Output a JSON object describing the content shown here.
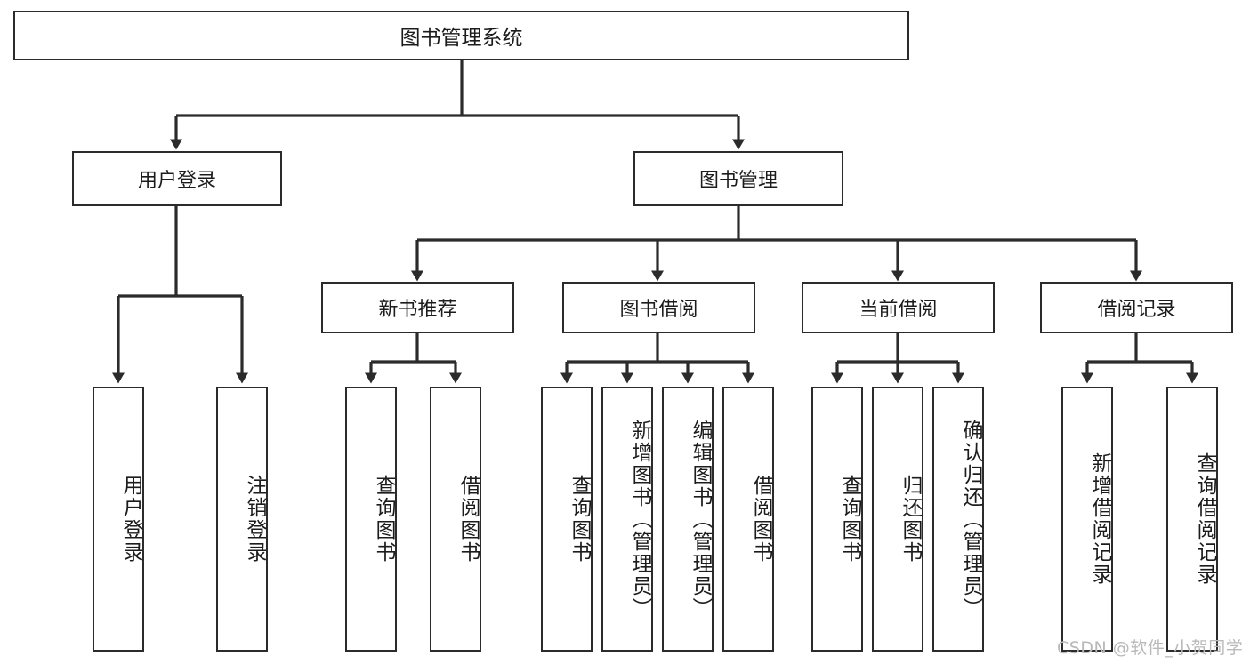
{
  "diagram": {
    "type": "tree",
    "title": "图书管理系统",
    "root": {
      "label": "图书管理系统"
    },
    "level2": [
      {
        "id": "user-login",
        "label": "用户登录"
      },
      {
        "id": "book-manage",
        "label": "图书管理"
      }
    ],
    "level3": [
      {
        "id": "new-book-recommend",
        "label": "新书推荐",
        "parent": "book-manage"
      },
      {
        "id": "book-borrow",
        "label": "图书借阅",
        "parent": "book-manage"
      },
      {
        "id": "current-borrow",
        "label": "当前借阅",
        "parent": "book-manage"
      },
      {
        "id": "borrow-record",
        "label": "借阅记录",
        "parent": "book-manage"
      }
    ],
    "leaves": [
      {
        "id": "leaf-user-login",
        "label": "用户登录",
        "parent": "user-login"
      },
      {
        "id": "leaf-logout-login",
        "label": "注销登录",
        "parent": "user-login"
      },
      {
        "id": "leaf-query-book-1",
        "label": "查询图书",
        "parent": "new-book-recommend"
      },
      {
        "id": "leaf-borrow-book-1",
        "label": "借阅图书",
        "parent": "new-book-recommend"
      },
      {
        "id": "leaf-query-book-2",
        "label": "查询图书",
        "parent": "book-borrow"
      },
      {
        "id": "leaf-add-book",
        "label": "新增图书（管理员）",
        "parent": "book-borrow"
      },
      {
        "id": "leaf-edit-book",
        "label": "编辑图书（管理员）",
        "parent": "book-borrow"
      },
      {
        "id": "leaf-borrow-book-2",
        "label": "借阅图书",
        "parent": "book-borrow"
      },
      {
        "id": "leaf-query-book-3",
        "label": "查询图书",
        "parent": "current-borrow"
      },
      {
        "id": "leaf-return-book",
        "label": "归还图书",
        "parent": "current-borrow"
      },
      {
        "id": "leaf-confirm-return",
        "label": "确认归还（管理员）",
        "parent": "current-borrow"
      },
      {
        "id": "leaf-add-record",
        "label": "新增借阅记录",
        "parent": "borrow-record"
      },
      {
        "id": "leaf-query-record",
        "label": "查询借阅记录",
        "parent": "borrow-record"
      }
    ],
    "colors": {
      "box_border": "#2b2b2b",
      "box_fill": "#ffffff",
      "edge": "#2b2b2b",
      "text": "#1c1c1c",
      "watermark": "#b9b9b9",
      "background": "#ffffff"
    }
  },
  "watermark": {
    "text": "CSDN @软件_小贺同学"
  }
}
